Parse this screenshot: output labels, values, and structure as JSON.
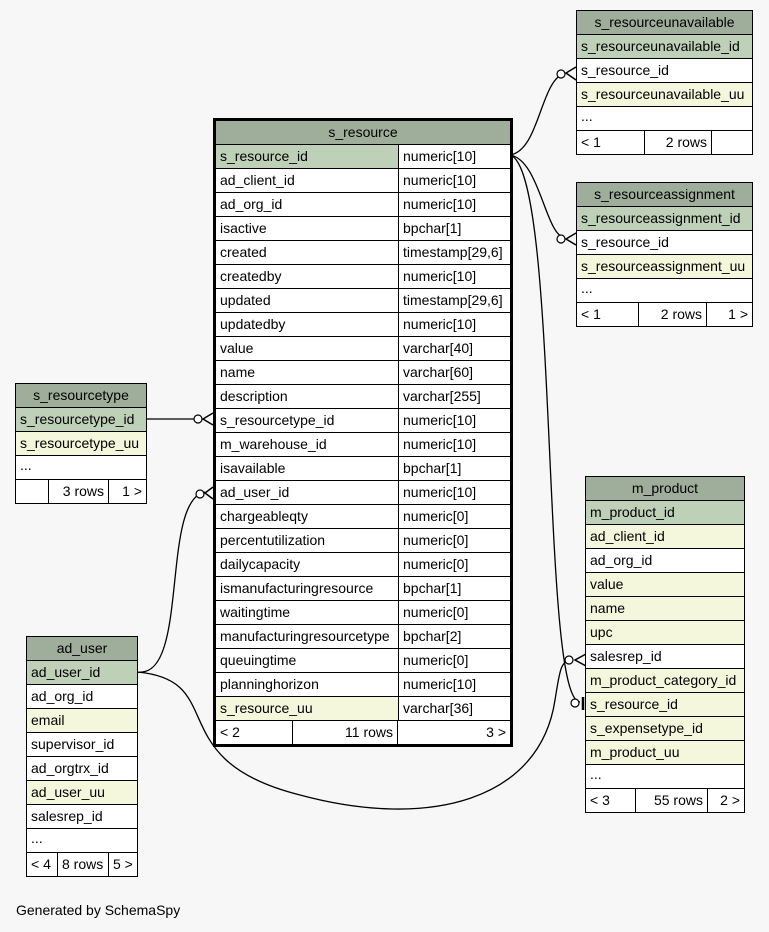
{
  "tables": {
    "s_resource": {
      "name": "s_resource",
      "columns": [
        {
          "name": "s_resource_id",
          "type": "numeric[10]",
          "kind": "pk"
        },
        {
          "name": "ad_client_id",
          "type": "numeric[10]",
          "kind": ""
        },
        {
          "name": "ad_org_id",
          "type": "numeric[10]",
          "kind": ""
        },
        {
          "name": "isactive",
          "type": "bpchar[1]",
          "kind": ""
        },
        {
          "name": "created",
          "type": "timestamp[29,6]",
          "kind": ""
        },
        {
          "name": "createdby",
          "type": "numeric[10]",
          "kind": ""
        },
        {
          "name": "updated",
          "type": "timestamp[29,6]",
          "kind": ""
        },
        {
          "name": "updatedby",
          "type": "numeric[10]",
          "kind": ""
        },
        {
          "name": "value",
          "type": "varchar[40]",
          "kind": ""
        },
        {
          "name": "name",
          "type": "varchar[60]",
          "kind": ""
        },
        {
          "name": "description",
          "type": "varchar[255]",
          "kind": ""
        },
        {
          "name": "s_resourcetype_id",
          "type": "numeric[10]",
          "kind": ""
        },
        {
          "name": "m_warehouse_id",
          "type": "numeric[10]",
          "kind": ""
        },
        {
          "name": "isavailable",
          "type": "bpchar[1]",
          "kind": ""
        },
        {
          "name": "ad_user_id",
          "type": "numeric[10]",
          "kind": ""
        },
        {
          "name": "chargeableqty",
          "type": "numeric[0]",
          "kind": ""
        },
        {
          "name": "percentutilization",
          "type": "numeric[0]",
          "kind": ""
        },
        {
          "name": "dailycapacity",
          "type": "numeric[0]",
          "kind": ""
        },
        {
          "name": "ismanufacturingresource",
          "type": "bpchar[1]",
          "kind": ""
        },
        {
          "name": "waitingtime",
          "type": "numeric[0]",
          "kind": ""
        },
        {
          "name": "manufacturingresourcetype",
          "type": "bpchar[2]",
          "kind": ""
        },
        {
          "name": "queuingtime",
          "type": "numeric[0]",
          "kind": ""
        },
        {
          "name": "planninghorizon",
          "type": "numeric[10]",
          "kind": ""
        },
        {
          "name": "s_resource_uu",
          "type": "varchar[36]",
          "kind": "uk"
        }
      ],
      "footer": [
        "< 2",
        "11 rows",
        "3 >"
      ]
    },
    "s_resourceunavailable": {
      "name": "s_resourceunavailable",
      "columns": [
        {
          "name": "s_resourceunavailable_id",
          "kind": "pk"
        },
        {
          "name": "s_resource_id",
          "kind": ""
        },
        {
          "name": "s_resourceunavailable_uu",
          "kind": "uk"
        }
      ],
      "ellipsis": "...",
      "footer": [
        "< 1",
        "2 rows",
        ""
      ]
    },
    "s_resourceassignment": {
      "name": "s_resourceassignment",
      "columns": [
        {
          "name": "s_resourceassignment_id",
          "kind": "pk"
        },
        {
          "name": "s_resource_id",
          "kind": ""
        },
        {
          "name": "s_resourceassignment_uu",
          "kind": "uk"
        }
      ],
      "ellipsis": "...",
      "footer": [
        "< 1",
        "2 rows",
        "1 >"
      ]
    },
    "s_resourcetype": {
      "name": "s_resourcetype",
      "columns": [
        {
          "name": "s_resourcetype_id",
          "kind": "pk"
        },
        {
          "name": "s_resourcetype_uu",
          "kind": "uk"
        }
      ],
      "ellipsis": "...",
      "footer": [
        "",
        "3 rows",
        "1 >"
      ]
    },
    "ad_user": {
      "name": "ad_user",
      "columns": [
        {
          "name": "ad_user_id",
          "kind": "pk"
        },
        {
          "name": "ad_org_id",
          "kind": ""
        },
        {
          "name": "email",
          "kind": "uk"
        },
        {
          "name": "supervisor_id",
          "kind": ""
        },
        {
          "name": "ad_orgtrx_id",
          "kind": ""
        },
        {
          "name": "ad_user_uu",
          "kind": "uk"
        },
        {
          "name": "salesrep_id",
          "kind": ""
        }
      ],
      "ellipsis": "...",
      "footer": [
        "< 4",
        "8 rows",
        "5 >"
      ]
    },
    "m_product": {
      "name": "m_product",
      "columns": [
        {
          "name": "m_product_id",
          "kind": "pk"
        },
        {
          "name": "ad_client_id",
          "kind": "uk"
        },
        {
          "name": "ad_org_id",
          "kind": ""
        },
        {
          "name": "value",
          "kind": "uk"
        },
        {
          "name": "name",
          "kind": "uk"
        },
        {
          "name": "upc",
          "kind": "uk"
        },
        {
          "name": "salesrep_id",
          "kind": ""
        },
        {
          "name": "m_product_category_id",
          "kind": "uk"
        },
        {
          "name": "s_resource_id",
          "kind": "uk"
        },
        {
          "name": "s_expensetype_id",
          "kind": "uk"
        },
        {
          "name": "m_product_uu",
          "kind": "uk"
        }
      ],
      "ellipsis": "...",
      "footer": [
        "< 3",
        "55 rows",
        "2 >"
      ]
    }
  },
  "generated_by": "Generated by SchemaSpy"
}
